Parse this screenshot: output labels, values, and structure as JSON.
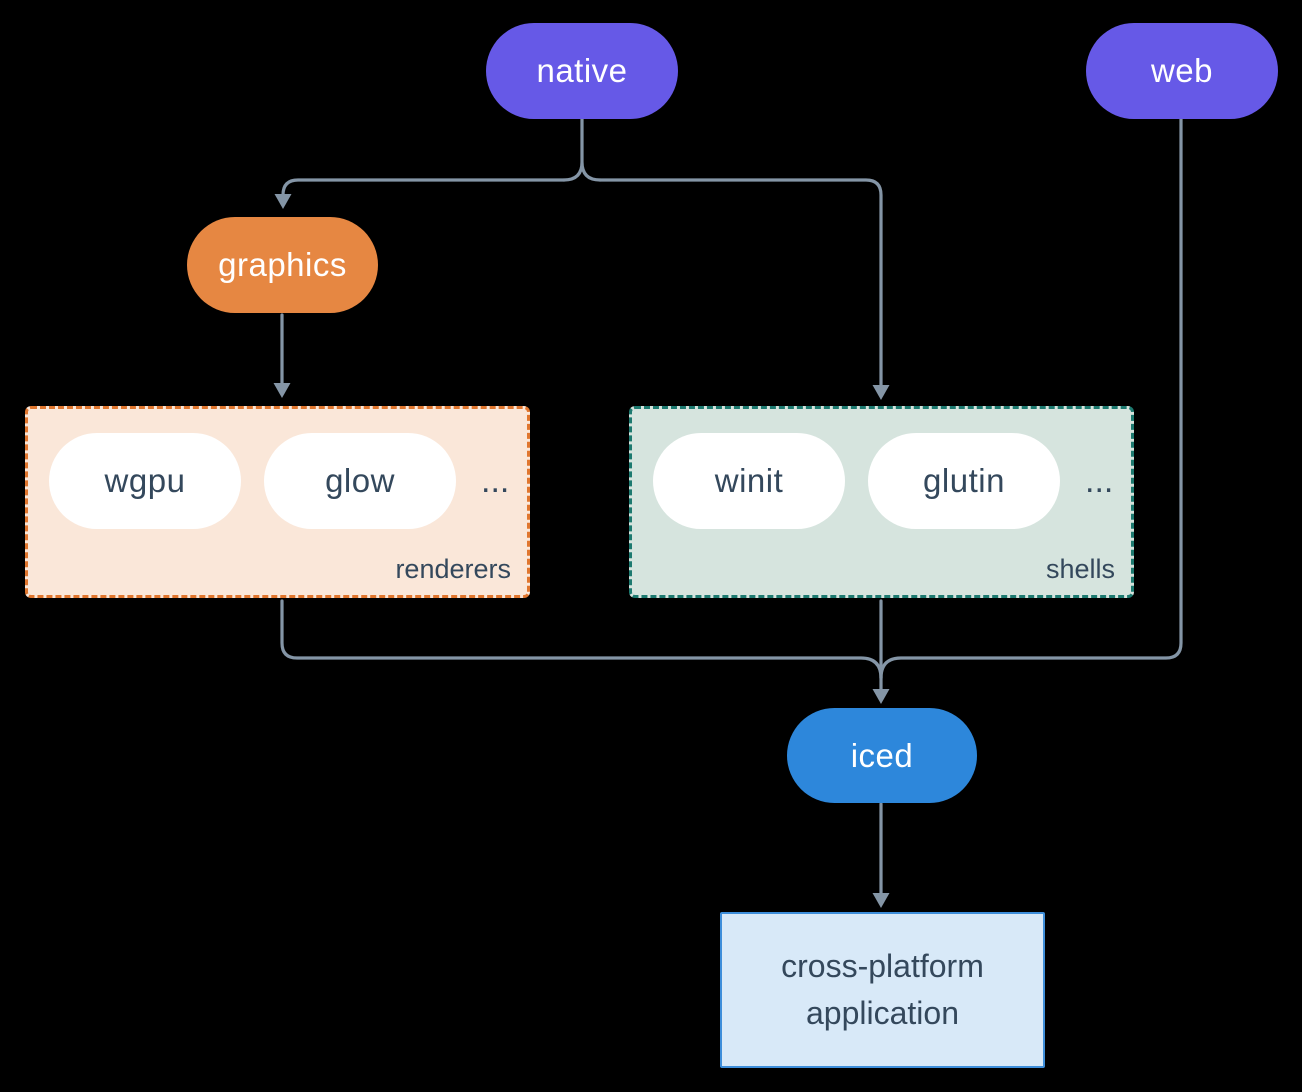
{
  "nodes": {
    "native": {
      "label": "native"
    },
    "web": {
      "label": "web"
    },
    "graphics": {
      "label": "graphics"
    },
    "iced": {
      "label": "iced"
    },
    "application": {
      "label": "cross-platform application"
    }
  },
  "groups": {
    "renderers": {
      "label": "renderers",
      "items": [
        "wgpu",
        "glow"
      ],
      "ellipsis": "..."
    },
    "shells": {
      "label": "shells",
      "items": [
        "winit",
        "glutin"
      ],
      "ellipsis": "..."
    }
  },
  "colors": {
    "background": "#000000",
    "node_purple": "#6659E7",
    "node_orange": "#E68742",
    "node_blue": "#2D87DB",
    "node_white": "#FFFFFF",
    "renderers_fill": "#FAE7D9",
    "renderers_border": "#E0762E",
    "shells_fill": "#D6E4DE",
    "shells_border": "#1D7A70",
    "app_fill": "#D8E9F8",
    "app_border": "#3E8EDA",
    "text_light": "#FFFFFF",
    "text_dark": "#34485C",
    "connector": "#8495A6"
  }
}
